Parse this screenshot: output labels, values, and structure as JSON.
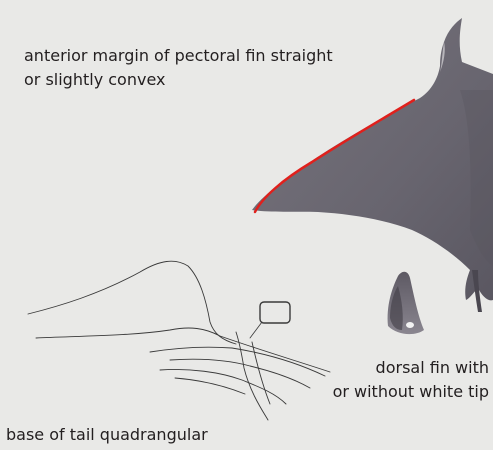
{
  "annotations": {
    "pectoral_fin": {
      "line1": "anterior margin of pectoral fin straight",
      "line2": "or slightly convex"
    },
    "dorsal_fin": {
      "line1": "dorsal fin with",
      "line2": "or without white tip"
    },
    "tail_base": {
      "text": "base of tail quadrangular"
    }
  },
  "colors": {
    "background": "#e9e9e7",
    "ray_body": "#6b6872",
    "highlight": "#e0201c",
    "sketch_line": "#3a3a3a"
  }
}
